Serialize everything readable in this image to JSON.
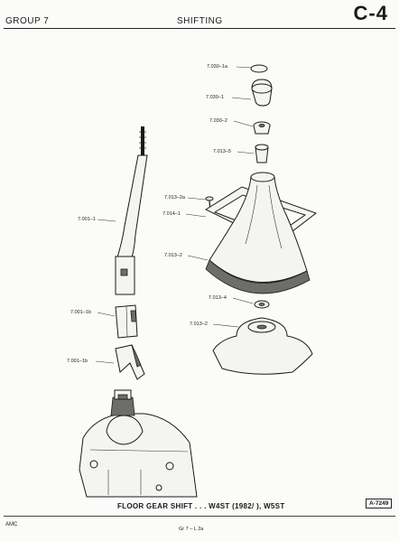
{
  "header": {
    "group": "GROUP 7",
    "section": "SHIFTING",
    "page_code": "C-4"
  },
  "labels": [
    "7.030–1a",
    "7.030–1",
    "7.030–2",
    "7.013–5",
    "7.013–2a",
    "7.014–1",
    "7.001–1",
    "7.013–2",
    "7.013–4",
    "7.001–1b",
    "7.013–2",
    "7.001–1b"
  ],
  "caption": "FLOOR GEAR SHIFT . . . W4ST (1982/  ), W5ST",
  "figure_ref": "A-7249",
  "footer": {
    "brand": "AMC",
    "page_ref": "Gr 7 – L 2a"
  }
}
